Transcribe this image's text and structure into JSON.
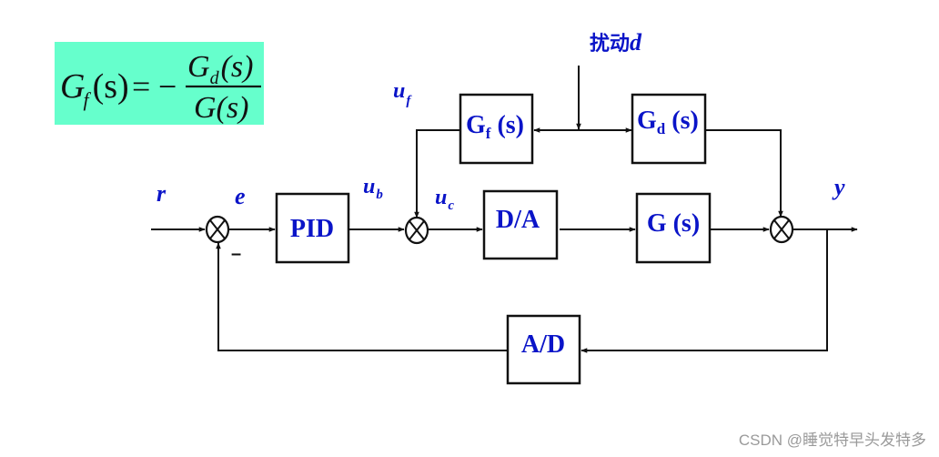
{
  "formula": {
    "lhs_main": "G",
    "lhs_sub": "f",
    "lhs_arg": "(s)",
    "equals": "=",
    "minus": "−",
    "numerator_main": "G",
    "numerator_sub": "d",
    "numerator_arg": "(s)",
    "denominator": "G(s)",
    "background_color": "#66FFCC"
  },
  "blocks": {
    "pid": "PID",
    "da": "D/A",
    "plant_main": "G",
    "plant_arg": " (s)",
    "gf_main": "G",
    "gf_sub": "f",
    "gf_arg": " (s)",
    "gd_main": "G",
    "gd_sub": "d",
    "gd_arg": " (s)",
    "ad": "A/D"
  },
  "signals": {
    "r": "r",
    "e": "e",
    "ub_main": "u",
    "ub_sub": "b",
    "uc_main": "u",
    "uc_sub": "c",
    "uf_main": "u",
    "uf_sub": "f",
    "y": "y",
    "disturbance_cn": "扰动",
    "disturbance_var": "d",
    "feedback_sign": "–"
  },
  "colors": {
    "label_blue": "#0a14c8",
    "line_black": "#111111"
  },
  "watermark": "CSDN @睡觉特早头发特多"
}
